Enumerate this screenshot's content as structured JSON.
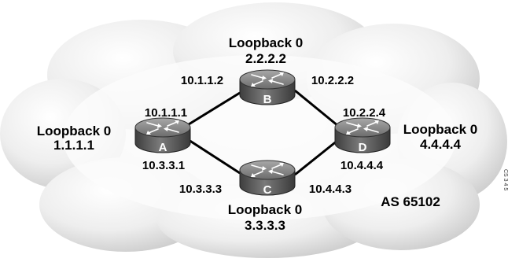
{
  "diagram": {
    "as_label": "AS 65102",
    "side_text": "CS 3 4 5",
    "routers": {
      "A": {
        "letter": "A",
        "loopback_title": "Loopback 0",
        "loopback_ip": "1.1.1.1",
        "ip_top": "10.1.1.1",
        "ip_bottom": "10.3.3.1"
      },
      "B": {
        "letter": "B",
        "loopback_title": "Loopback 0",
        "loopback_ip": "2.2.2.2",
        "ip_left": "10.1.1.2",
        "ip_right": "10.2.2.2"
      },
      "C": {
        "letter": "C",
        "loopback_title": "Loopback 0",
        "loopback_ip": "3.3.3.3",
        "ip_left": "10.3.3.3",
        "ip_right": "10.4.4.3"
      },
      "D": {
        "letter": "D",
        "loopback_title": "Loopback 0",
        "loopback_ip": "4.4.4.4",
        "ip_top": "10.2.2.4",
        "ip_bottom": "10.4.4.4"
      }
    },
    "colors": {
      "cloud_light": "#ffffff",
      "cloud_mid": "#e9e9e9",
      "cloud_dark": "#c4c4c4",
      "router_body": "#5a5a5a",
      "router_top": "#8a8a8a",
      "link": "#000000"
    }
  }
}
